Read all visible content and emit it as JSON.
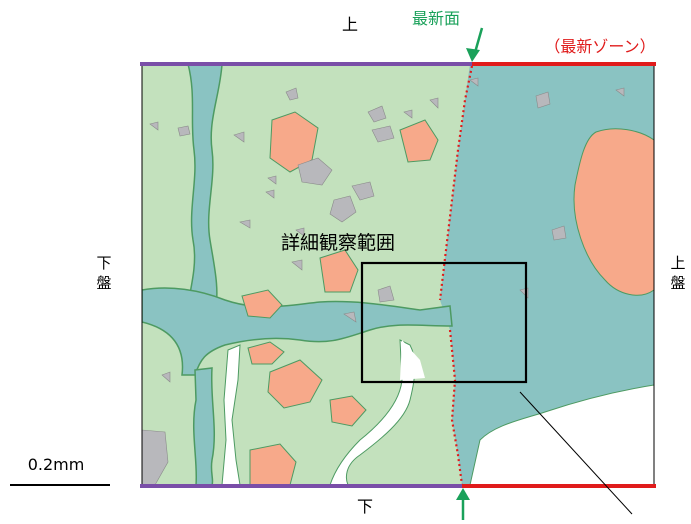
{
  "labels": {
    "top": "上",
    "bottom": "下",
    "latest_surface": "最新面",
    "latest_zone": "（最新ゾーン）",
    "detail_range": "詳細観察範囲",
    "left_side": [
      "下",
      "盤"
    ],
    "right_side": [
      "上",
      "盤"
    ],
    "scale": "0.2mm"
  },
  "colors": {
    "matrix_green": "#c3e1bd",
    "vein_teal": "#8ac3c2",
    "vein_edge": "#4d9a62",
    "clast_orange": "#f7a98a",
    "clast_gray": "#b8b8bc",
    "void_white": "#ffffff",
    "purple_line": "#7a4ea8",
    "red_line": "#e01b1b",
    "arrow_green": "#1aa15a",
    "dotted_red": "#e01b1b"
  }
}
